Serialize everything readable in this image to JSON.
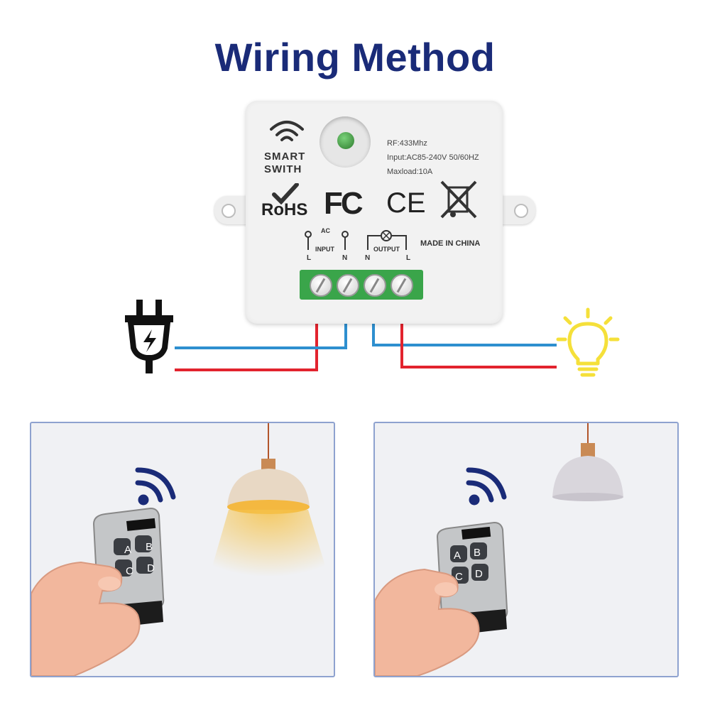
{
  "title": "Wiring Method",
  "device": {
    "brand_line1": "SMART",
    "brand_line2": "SWITH",
    "spec_rf": "RF:433Mhz",
    "spec_input": "Input:AC85-240V 50/60HZ",
    "spec_maxload": "Maxload:10A",
    "logo_rohs": "RoHS",
    "logo_fc": "FC",
    "logo_ce": "CE",
    "made_in": "MADE IN CHINA",
    "ac_label": "AC",
    "input_label": "INPUT",
    "output_label": "OUTPUT",
    "terminals": [
      "L",
      "N",
      "N",
      "L"
    ]
  },
  "colors": {
    "title": "#1a2b78",
    "live_wire": "#e2232e",
    "neutral_wire": "#2e8fcf",
    "terminal_block": "#3aa54a",
    "bulb": "#f5e03a",
    "panel_border": "#8ea2cf",
    "lamp_on_glow": "#f5c24a",
    "lamp_off": "#d9d6dc"
  },
  "icons": {
    "power": "plug-icon",
    "bulb": "light-bulb-icon",
    "signal": "wifi-signal-icon"
  },
  "panels": [
    {
      "name": "lamp-on",
      "remote_keys": [
        "A",
        "B",
        "C",
        "D"
      ]
    },
    {
      "name": "lamp-off",
      "remote_keys": [
        "A",
        "B",
        "C",
        "D"
      ]
    }
  ]
}
